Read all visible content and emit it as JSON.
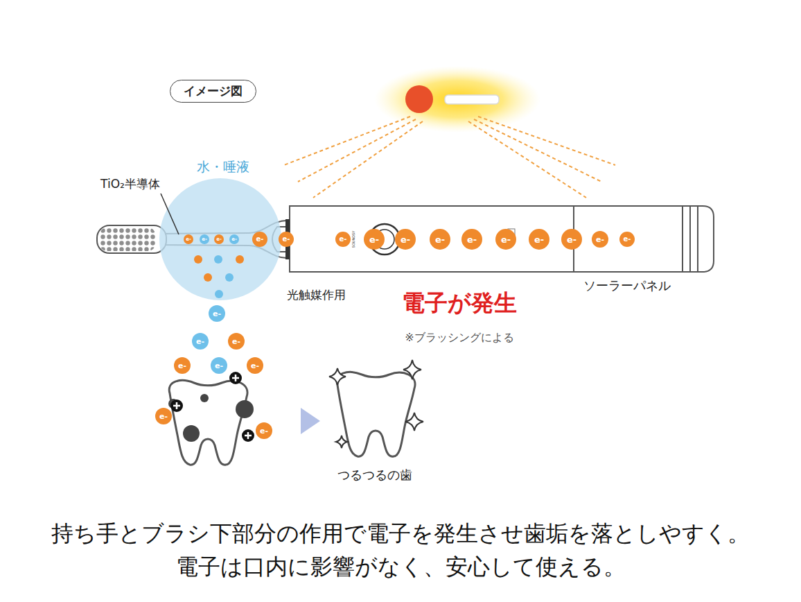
{
  "diagram": {
    "caption": "持ち手とブラシ下部分の作用で電子を発生させ歯垢を落としやすく。 電子は口内に影響がなく、安心して使える。",
    "nodes": [
      {
        "text": [
          "イメージ図"
        ]
      },
      {
        "text": [
          "e-"
        ]
      },
      {
        "text": [
          "e-"
        ]
      },
      {
        "text": [
          "e-"
        ]
      },
      {
        "text": [
          "e-"
        ]
      },
      {
        "text": [
          "e-"
        ]
      },
      {
        "text": [
          "e-"
        ]
      },
      {
        "text": [
          "e-"
        ]
      },
      {
        "text": [
          "e-"
        ]
      },
      {
        "text": [
          "e-"
        ]
      },
      {
        "text": [
          "e-"
        ]
      },
      {
        "text": [
          "e-"
        ]
      },
      {
        "text": [
          "e-"
        ]
      },
      {
        "text": [
          "e-"
        ]
      },
      {
        "text": [
          "e-"
        ]
      },
      {
        "text": [
          "e-"
        ]
      },
      {
        "text": [
          "e-"
        ]
      },
      {
        "text": [
          "e-"
        ]
      },
      {
        "text": [
          "e-"
        ]
      },
      {
        "text": [
          "e-"
        ]
      },
      {
        "text": [
          "e-"
        ]
      },
      {
        "text": [
          "e-"
        ]
      },
      {
        "text": [
          "e-"
        ]
      },
      {
        "text": [
          "e-"
        ]
      },
      {
        "text": [
          "e-"
        ]
      }
    ],
    "labels": [
      "水・唾液",
      "TiO₂半導体",
      "光触媒作用",
      "電子が発生",
      "※ブラッシングによる",
      "ソーラーパネル",
      "つるつるの歯",
      "SOUNDSY"
    ]
  }
}
